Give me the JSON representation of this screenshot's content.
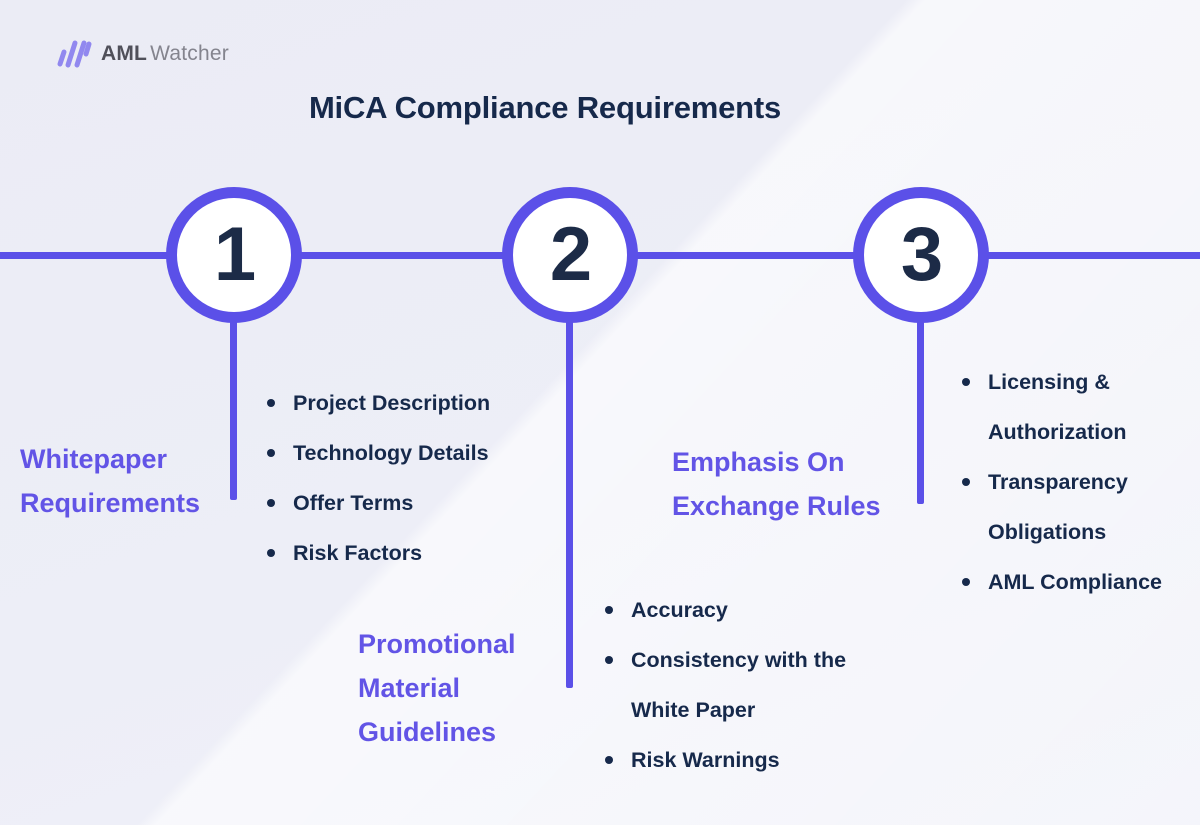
{
  "colors": {
    "purple": "#5B50E8",
    "heading_purple": "#6254E6",
    "navy": "#16294B",
    "number_navy": "#1C2B47",
    "circle_fill": "#FFFFFF",
    "background": "#EDEEF6",
    "logo_purple": "#9188EF",
    "logo_text_dark": "#50505A",
    "logo_text_light": "#84848E"
  },
  "logo": {
    "brand_bold": "AML",
    "brand_light": "Watcher",
    "icon": "amlwatcher-stripes-icon"
  },
  "title": "MiCA Compliance Requirements",
  "steps": [
    {
      "number": "1",
      "heading": "Whitepaper Requirements",
      "items": [
        "Project Description",
        "Technology Details",
        "Offer Terms",
        "Risk Factors"
      ]
    },
    {
      "number": "2",
      "heading": "Promotional Material Guidelines",
      "items": [
        "Accuracy",
        "Consistency with the White Paper",
        "Risk Warnings"
      ]
    },
    {
      "number": "3",
      "heading": "Emphasis On Exchange Rules",
      "items": [
        "Licensing & Authorization",
        "Transparency Obligations",
        "AML Compliance"
      ]
    }
  ]
}
